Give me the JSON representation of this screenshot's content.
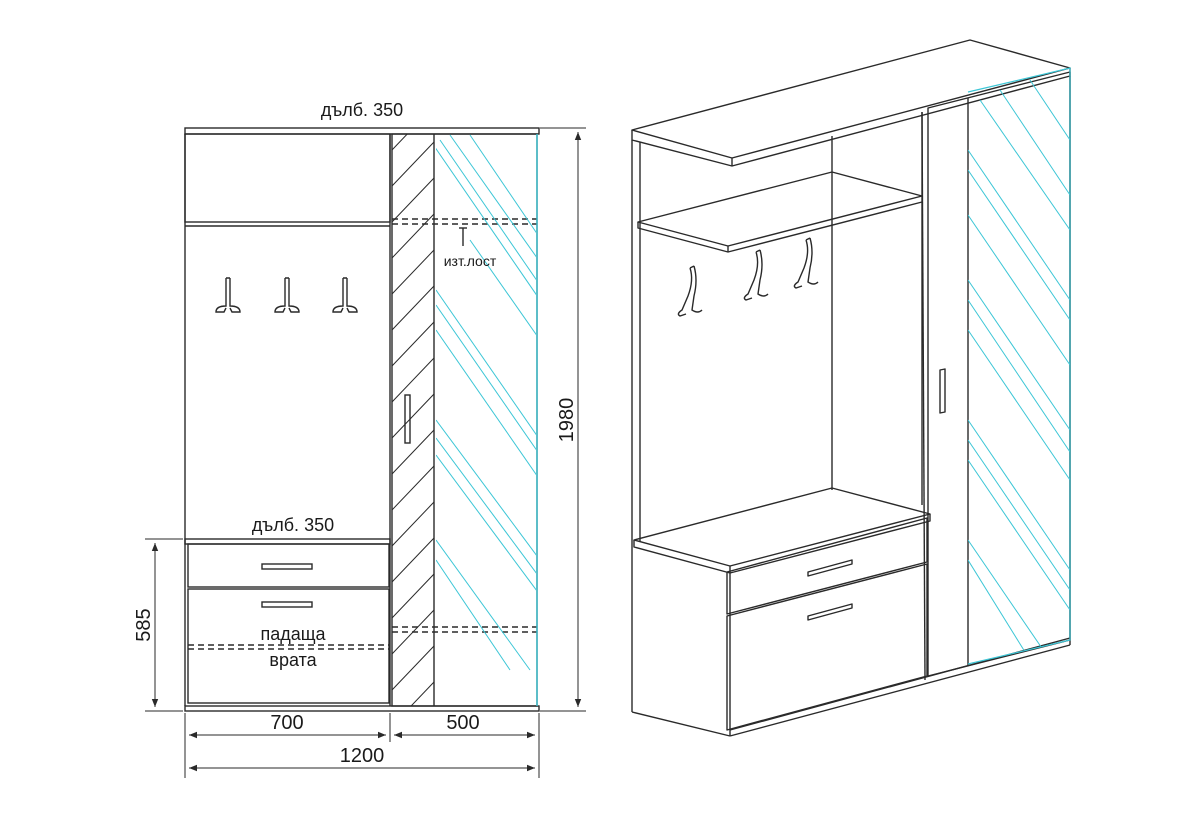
{
  "drawing": {
    "front_view": {
      "depth_top_label": "дълб. 350",
      "depth_bottom_label": "дълб. 350",
      "rod_label": "изт.лост",
      "flap_label_line1": "падаща",
      "flap_label_line2": "врата",
      "dim_left_width": "700",
      "dim_right_width": "500",
      "dim_total_width": "1200",
      "dim_total_height": "1980",
      "dim_lower_height": "585",
      "hook_count": 3
    },
    "colors": {
      "line": "#2a2a2a",
      "mirror_hatch": "#3cc6d6",
      "background": "#ffffff"
    }
  }
}
